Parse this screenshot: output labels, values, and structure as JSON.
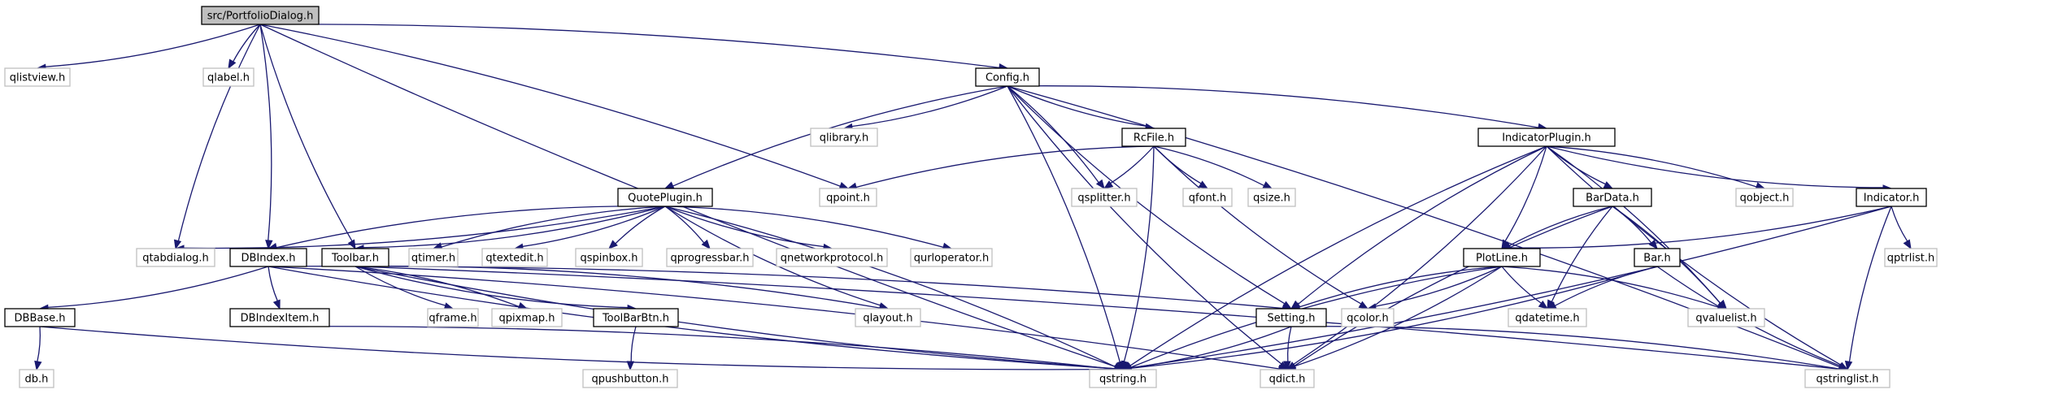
{
  "diagram": {
    "colors": {
      "edge": "#191970",
      "root_fill": "#bfbfbf",
      "documented_border": "#000000",
      "external_border": "#bfbfbf",
      "text": "#000000"
    },
    "nodes": [
      {
        "id": "n0",
        "label": "src/PortfolioDialog.h",
        "style": "root"
      },
      {
        "id": "n1",
        "label": "qlistview.h",
        "style": "external"
      },
      {
        "id": "n2",
        "label": "qlabel.h",
        "style": "external"
      },
      {
        "id": "n3",
        "label": "Config.h",
        "style": "documented"
      },
      {
        "id": "n4",
        "label": "qlibrary.h",
        "style": "external"
      },
      {
        "id": "n5",
        "label": "RcFile.h",
        "style": "documented"
      },
      {
        "id": "n6",
        "label": "IndicatorPlugin.h",
        "style": "documented"
      },
      {
        "id": "n7",
        "label": "QuotePlugin.h",
        "style": "documented"
      },
      {
        "id": "n8",
        "label": "qpoint.h",
        "style": "external"
      },
      {
        "id": "n9",
        "label": "qsplitter.h",
        "style": "external"
      },
      {
        "id": "n10",
        "label": "qfont.h",
        "style": "external"
      },
      {
        "id": "n11",
        "label": "qsize.h",
        "style": "external"
      },
      {
        "id": "n12",
        "label": "BarData.h",
        "style": "documented"
      },
      {
        "id": "n13",
        "label": "qobject.h",
        "style": "external"
      },
      {
        "id": "n14",
        "label": "Indicator.h",
        "style": "documented"
      },
      {
        "id": "n15",
        "label": "qtabdialog.h",
        "style": "external"
      },
      {
        "id": "n16",
        "label": "DBIndex.h",
        "style": "documented"
      },
      {
        "id": "n17",
        "label": "Toolbar.h",
        "style": "documented"
      },
      {
        "id": "n18",
        "label": "qtimer.h",
        "style": "external"
      },
      {
        "id": "n19",
        "label": "qtextedit.h",
        "style": "external"
      },
      {
        "id": "n20",
        "label": "qspinbox.h",
        "style": "external"
      },
      {
        "id": "n21",
        "label": "qprogressbar.h",
        "style": "external"
      },
      {
        "id": "n22",
        "label": "qnetworkprotocol.h",
        "style": "external"
      },
      {
        "id": "n23",
        "label": "qurloperator.h",
        "style": "external"
      },
      {
        "id": "n24",
        "label": "PlotLine.h",
        "style": "documented"
      },
      {
        "id": "n25",
        "label": "Bar.h",
        "style": "documented"
      },
      {
        "id": "n26",
        "label": "qptrlist.h",
        "style": "external"
      },
      {
        "id": "n27",
        "label": "DBBase.h",
        "style": "documented"
      },
      {
        "id": "n28",
        "label": "DBIndexItem.h",
        "style": "documented"
      },
      {
        "id": "n29",
        "label": "qframe.h",
        "style": "external"
      },
      {
        "id": "n30",
        "label": "qpixmap.h",
        "style": "external"
      },
      {
        "id": "n31",
        "label": "ToolBarBtn.h",
        "style": "documented"
      },
      {
        "id": "n32",
        "label": "qlayout.h",
        "style": "external"
      },
      {
        "id": "n33",
        "label": "Setting.h",
        "style": "documented"
      },
      {
        "id": "n34",
        "label": "qcolor.h",
        "style": "external"
      },
      {
        "id": "n35",
        "label": "qdatetime.h",
        "style": "external"
      },
      {
        "id": "n36",
        "label": "qvaluelist.h",
        "style": "external"
      },
      {
        "id": "n37",
        "label": "db.h",
        "style": "external"
      },
      {
        "id": "n38",
        "label": "qpushbutton.h",
        "style": "external"
      },
      {
        "id": "n39",
        "label": "qstring.h",
        "style": "external"
      },
      {
        "id": "n40",
        "label": "qdict.h",
        "style": "external"
      },
      {
        "id": "n41",
        "label": "qstringlist.h",
        "style": "external"
      }
    ],
    "edges": [
      [
        "n0",
        "n1"
      ],
      [
        "n0",
        "n2"
      ],
      [
        "n0",
        "n3"
      ],
      [
        "n0",
        "n15"
      ],
      [
        "n0",
        "n16"
      ],
      [
        "n0",
        "n17"
      ],
      [
        "n0",
        "n8"
      ],
      [
        "n0",
        "n39"
      ],
      [
        "n3",
        "n4"
      ],
      [
        "n3",
        "n5"
      ],
      [
        "n3",
        "n6"
      ],
      [
        "n3",
        "n7"
      ],
      [
        "n3",
        "n9"
      ],
      [
        "n3",
        "n33"
      ],
      [
        "n3",
        "n39"
      ],
      [
        "n3",
        "n40"
      ],
      [
        "n3",
        "n41"
      ],
      [
        "n5",
        "n8"
      ],
      [
        "n5",
        "n9"
      ],
      [
        "n5",
        "n10"
      ],
      [
        "n5",
        "n11"
      ],
      [
        "n5",
        "n34"
      ],
      [
        "n5",
        "n39"
      ],
      [
        "n6",
        "n12"
      ],
      [
        "n6",
        "n13"
      ],
      [
        "n6",
        "n14"
      ],
      [
        "n6",
        "n24"
      ],
      [
        "n6",
        "n33"
      ],
      [
        "n6",
        "n36"
      ],
      [
        "n6",
        "n39"
      ],
      [
        "n6",
        "n40"
      ],
      [
        "n6",
        "n41"
      ],
      [
        "n7",
        "n15"
      ],
      [
        "n7",
        "n16"
      ],
      [
        "n7",
        "n17"
      ],
      [
        "n7",
        "n18"
      ],
      [
        "n7",
        "n19"
      ],
      [
        "n7",
        "n20"
      ],
      [
        "n7",
        "n21"
      ],
      [
        "n7",
        "n22"
      ],
      [
        "n7",
        "n23"
      ],
      [
        "n7",
        "n32"
      ],
      [
        "n7",
        "n39"
      ],
      [
        "n12",
        "n24"
      ],
      [
        "n12",
        "n25"
      ],
      [
        "n12",
        "n35"
      ],
      [
        "n12",
        "n36"
      ],
      [
        "n12",
        "n40"
      ],
      [
        "n14",
        "n24"
      ],
      [
        "n14",
        "n26"
      ],
      [
        "n14",
        "n39"
      ],
      [
        "n14",
        "n41"
      ],
      [
        "n16",
        "n27"
      ],
      [
        "n16",
        "n28"
      ],
      [
        "n16",
        "n33"
      ],
      [
        "n16",
        "n39"
      ],
      [
        "n16",
        "n40"
      ],
      [
        "n17",
        "n29"
      ],
      [
        "n17",
        "n30"
      ],
      [
        "n17",
        "n31"
      ],
      [
        "n17",
        "n32"
      ],
      [
        "n17",
        "n39"
      ],
      [
        "n17",
        "n41"
      ],
      [
        "n24",
        "n33"
      ],
      [
        "n24",
        "n34"
      ],
      [
        "n24",
        "n35"
      ],
      [
        "n24",
        "n36"
      ],
      [
        "n24",
        "n39"
      ],
      [
        "n24",
        "n40"
      ],
      [
        "n25",
        "n35"
      ],
      [
        "n25",
        "n39"
      ],
      [
        "n25",
        "n41"
      ],
      [
        "n27",
        "n37"
      ],
      [
        "n27",
        "n39"
      ],
      [
        "n28",
        "n39"
      ],
      [
        "n31",
        "n38"
      ],
      [
        "n33",
        "n39"
      ],
      [
        "n33",
        "n40"
      ],
      [
        "n33",
        "n41"
      ]
    ]
  }
}
